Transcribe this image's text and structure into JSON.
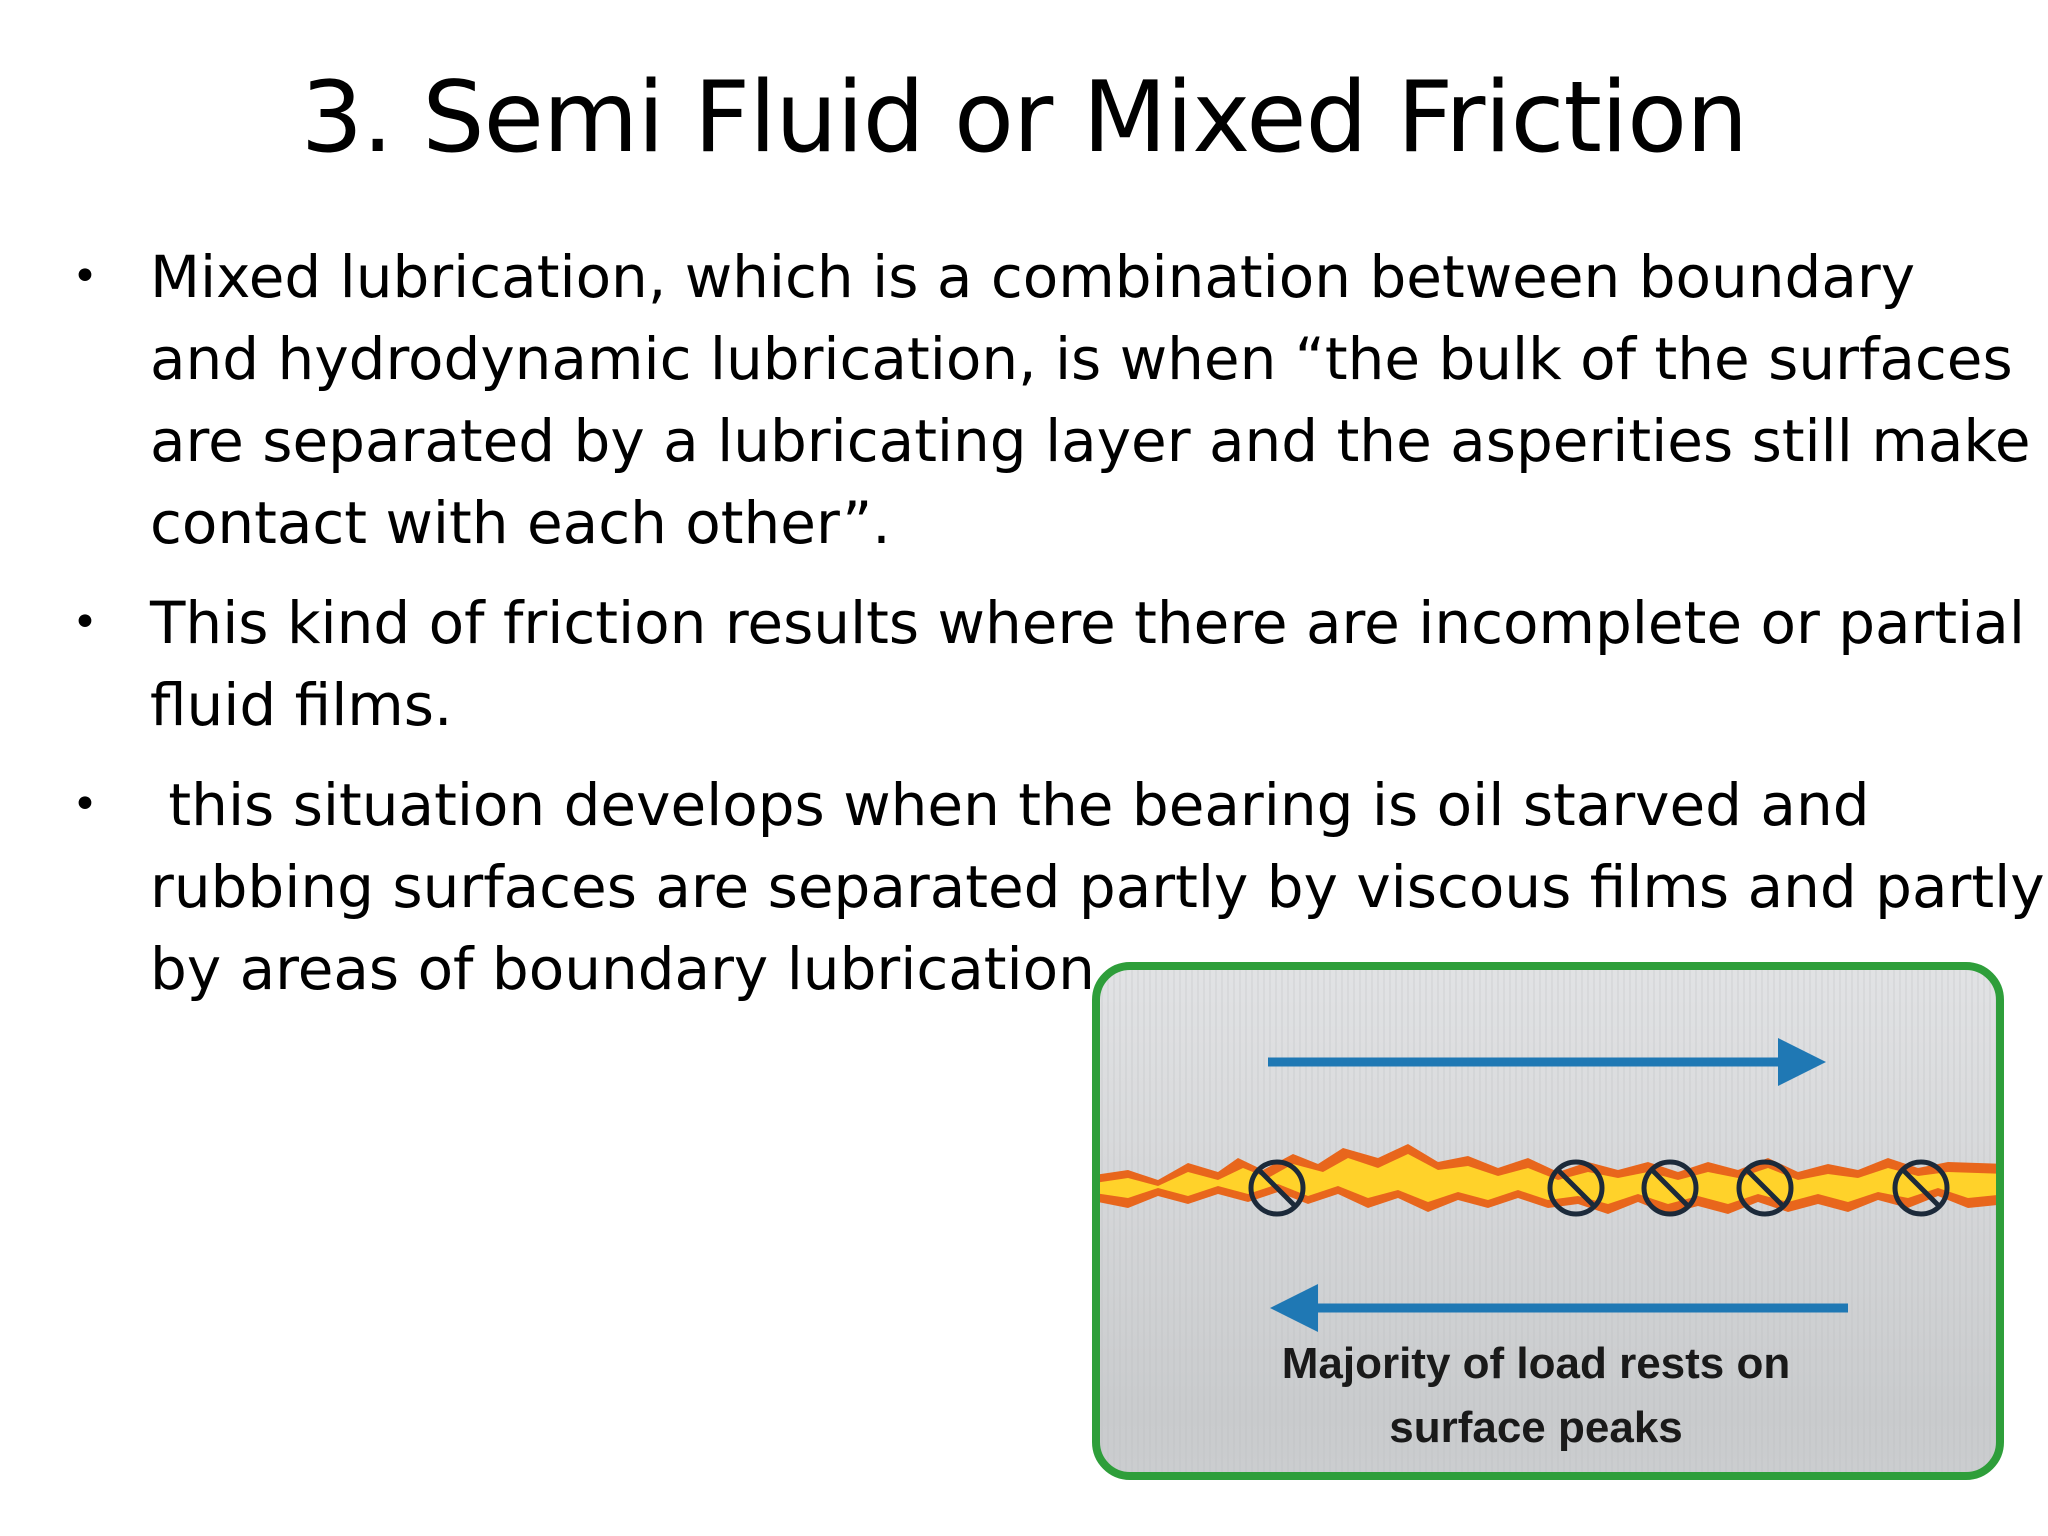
{
  "slide": {
    "title": "3. Semi Fluid or Mixed Friction",
    "bullets": [
      {
        "lines": [
          "Mixed lubrication, which is a combination between boundary",
          "and hydrodynamic lubrication, is when “the bulk of the surfaces",
          "are separated by a lubricating layer and the asperities still make",
          "contact with each other”."
        ]
      },
      {
        "lines": [
          "This kind of friction results where there are incomplete or partial",
          "fluid films."
        ]
      },
      {
        "lines": [
          " this situation develops when the bearing is oil starved and",
          "rubbing surfaces are separated partly by viscous films and partly",
          "by areas of boundary lubrication."
        ]
      }
    ]
  },
  "diagram": {
    "caption_line1": "Majority of load rests on",
    "caption_line2": "surface peaks",
    "colors": {
      "border": "#2e9e3a",
      "arrow": "#1f78b4",
      "metal": "#cfd1d3",
      "film_outer": "#e8661c",
      "film_inner": "#ffd22a",
      "contact_circle": "#1c2a3a"
    },
    "contact_points": 5
  }
}
